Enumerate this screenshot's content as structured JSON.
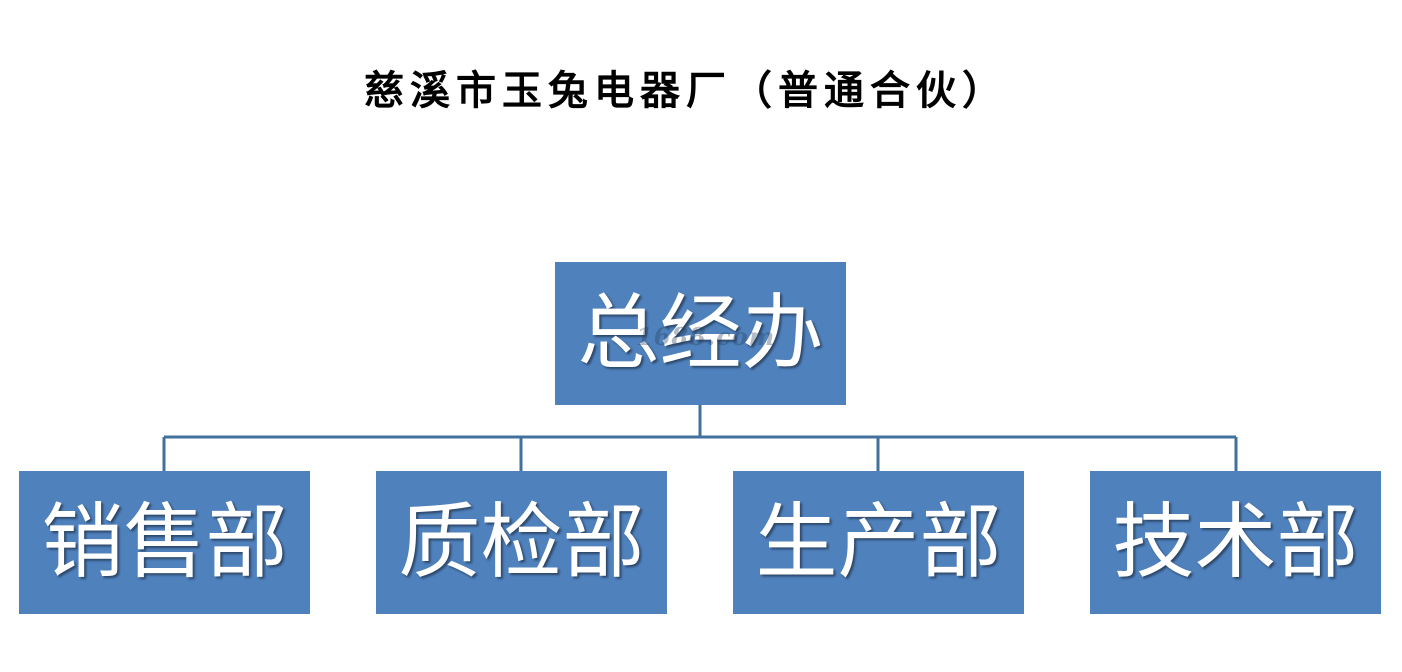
{
  "title": "慈溪市玉兔电器厂（普通合伙）",
  "org_chart": {
    "root": {
      "label": "总经办"
    },
    "children": [
      {
        "label": "销售部"
      },
      {
        "label": "质检部"
      },
      {
        "label": "生产部"
      },
      {
        "label": "技术部"
      }
    ]
  },
  "watermark": "1688.com",
  "colors": {
    "box_fill": "#4f81bd",
    "box_text": "#ffffff",
    "connector": "#41719c",
    "title_text": "#000000"
  }
}
